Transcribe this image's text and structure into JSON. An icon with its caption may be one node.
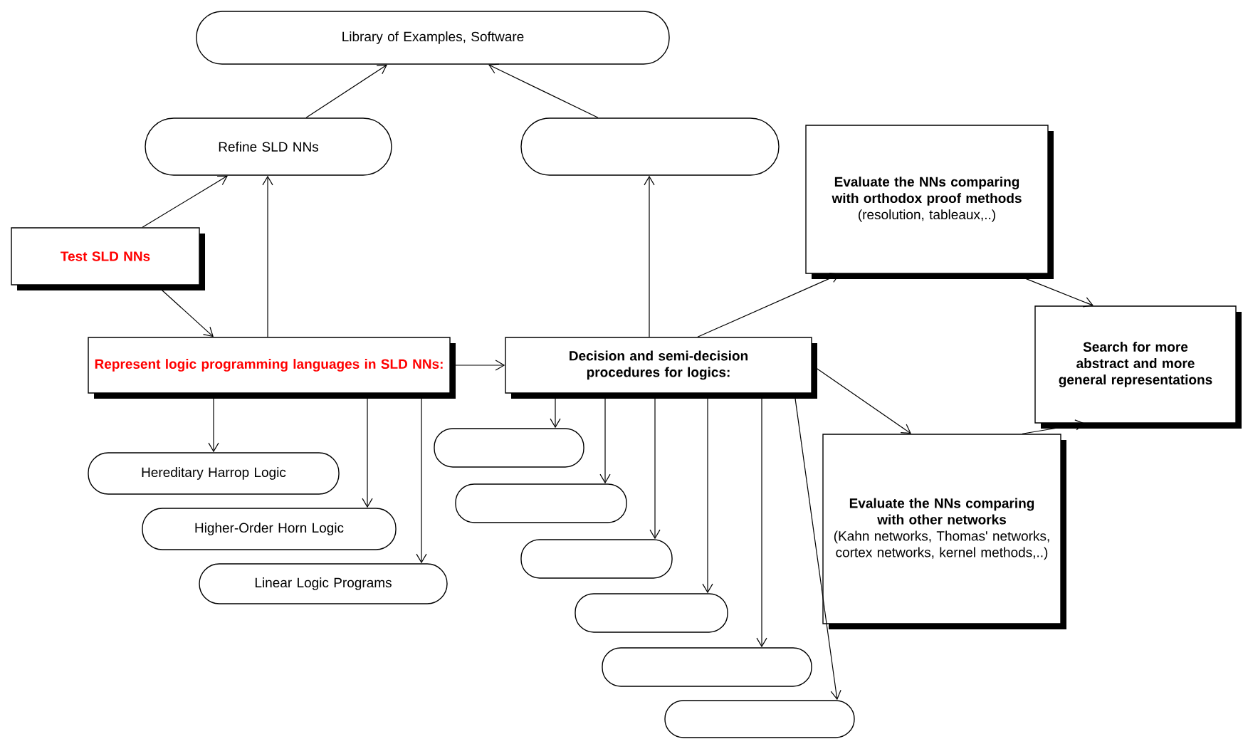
{
  "diagram": {
    "nodes": [
      {
        "text": [
          "Library of Examples, Software"
        ]
      },
      {
        "text": [
          "Refine SLD NNs"
        ]
      },
      {
        "text": [],
        "shape": "capsule"
      },
      {
        "text": [
          "Evaluate the NNs comparing with orthodox proof methods",
          "(resolution, tableaux,..)"
        ]
      },
      {
        "text": [
          "Test SLD NNs"
        ]
      },
      {
        "text": [
          "Search for more abstract and more general representations"
        ]
      },
      {
        "text": [
          "Represent logic programming languages in SLD NNs:"
        ]
      },
      {
        "text": [
          "Decision and semi-decision procedures for logics:"
        ]
      },
      {
        "text": [
          "Evaluate the NNs comparing with other networks",
          "(Kahn networks, Thomas' networks, cortex networks, kernel methods,..)"
        ]
      },
      {
        "text": [
          "Hereditary Harrop Logic"
        ]
      },
      {
        "text": [
          "Higher-Order Horn Logic"
        ]
      },
      {
        "text": [
          "Linear Logic Programs"
        ]
      },
      {
        "text": [],
        "shape": "capsule"
      },
      {
        "text": [],
        "shape": "capsule"
      },
      {
        "text": [],
        "shape": "capsule"
      },
      {
        "text": [],
        "shape": "capsule"
      },
      {
        "text": [],
        "shape": "capsule"
      },
      {
        "text": [],
        "shape": "capsule"
      }
    ],
    "edges": [
      {
        "from": 1,
        "to": 0,
        "arrow": "to"
      },
      {
        "from": 2,
        "to": 0,
        "arrow": "to"
      },
      {
        "from": 4,
        "to": 1,
        "arrow": "to"
      },
      {
        "from": 6,
        "to": 1,
        "arrow": "to"
      },
      {
        "from": 7,
        "to": 2,
        "arrow": "to"
      },
      {
        "from": 7,
        "to": 3,
        "arrow": "to"
      },
      {
        "from": 4,
        "to": 6,
        "arrow": "to"
      },
      {
        "from": 6,
        "to": 7,
        "arrow": "to"
      },
      {
        "from": 3,
        "to": 5,
        "arrow": "to"
      },
      {
        "from": 8,
        "to": 5,
        "arrow": "to"
      },
      {
        "from": 7,
        "to": 8,
        "arrow": "to"
      },
      {
        "from": 6,
        "to": 9,
        "arrow": "to"
      },
      {
        "from": 6,
        "to": 10,
        "arrow": "to"
      },
      {
        "from": 6,
        "to": 11,
        "arrow": "to"
      },
      {
        "from": 7,
        "to": 12,
        "arrow": "to"
      },
      {
        "from": 7,
        "to": 13,
        "arrow": "to"
      },
      {
        "from": 7,
        "to": 14,
        "arrow": "to"
      },
      {
        "from": 7,
        "to": 15,
        "arrow": "to"
      },
      {
        "from": 7,
        "to": 16,
        "arrow": "to"
      },
      {
        "from": 7,
        "to": 17,
        "arrow": "to"
      }
    ]
  }
}
